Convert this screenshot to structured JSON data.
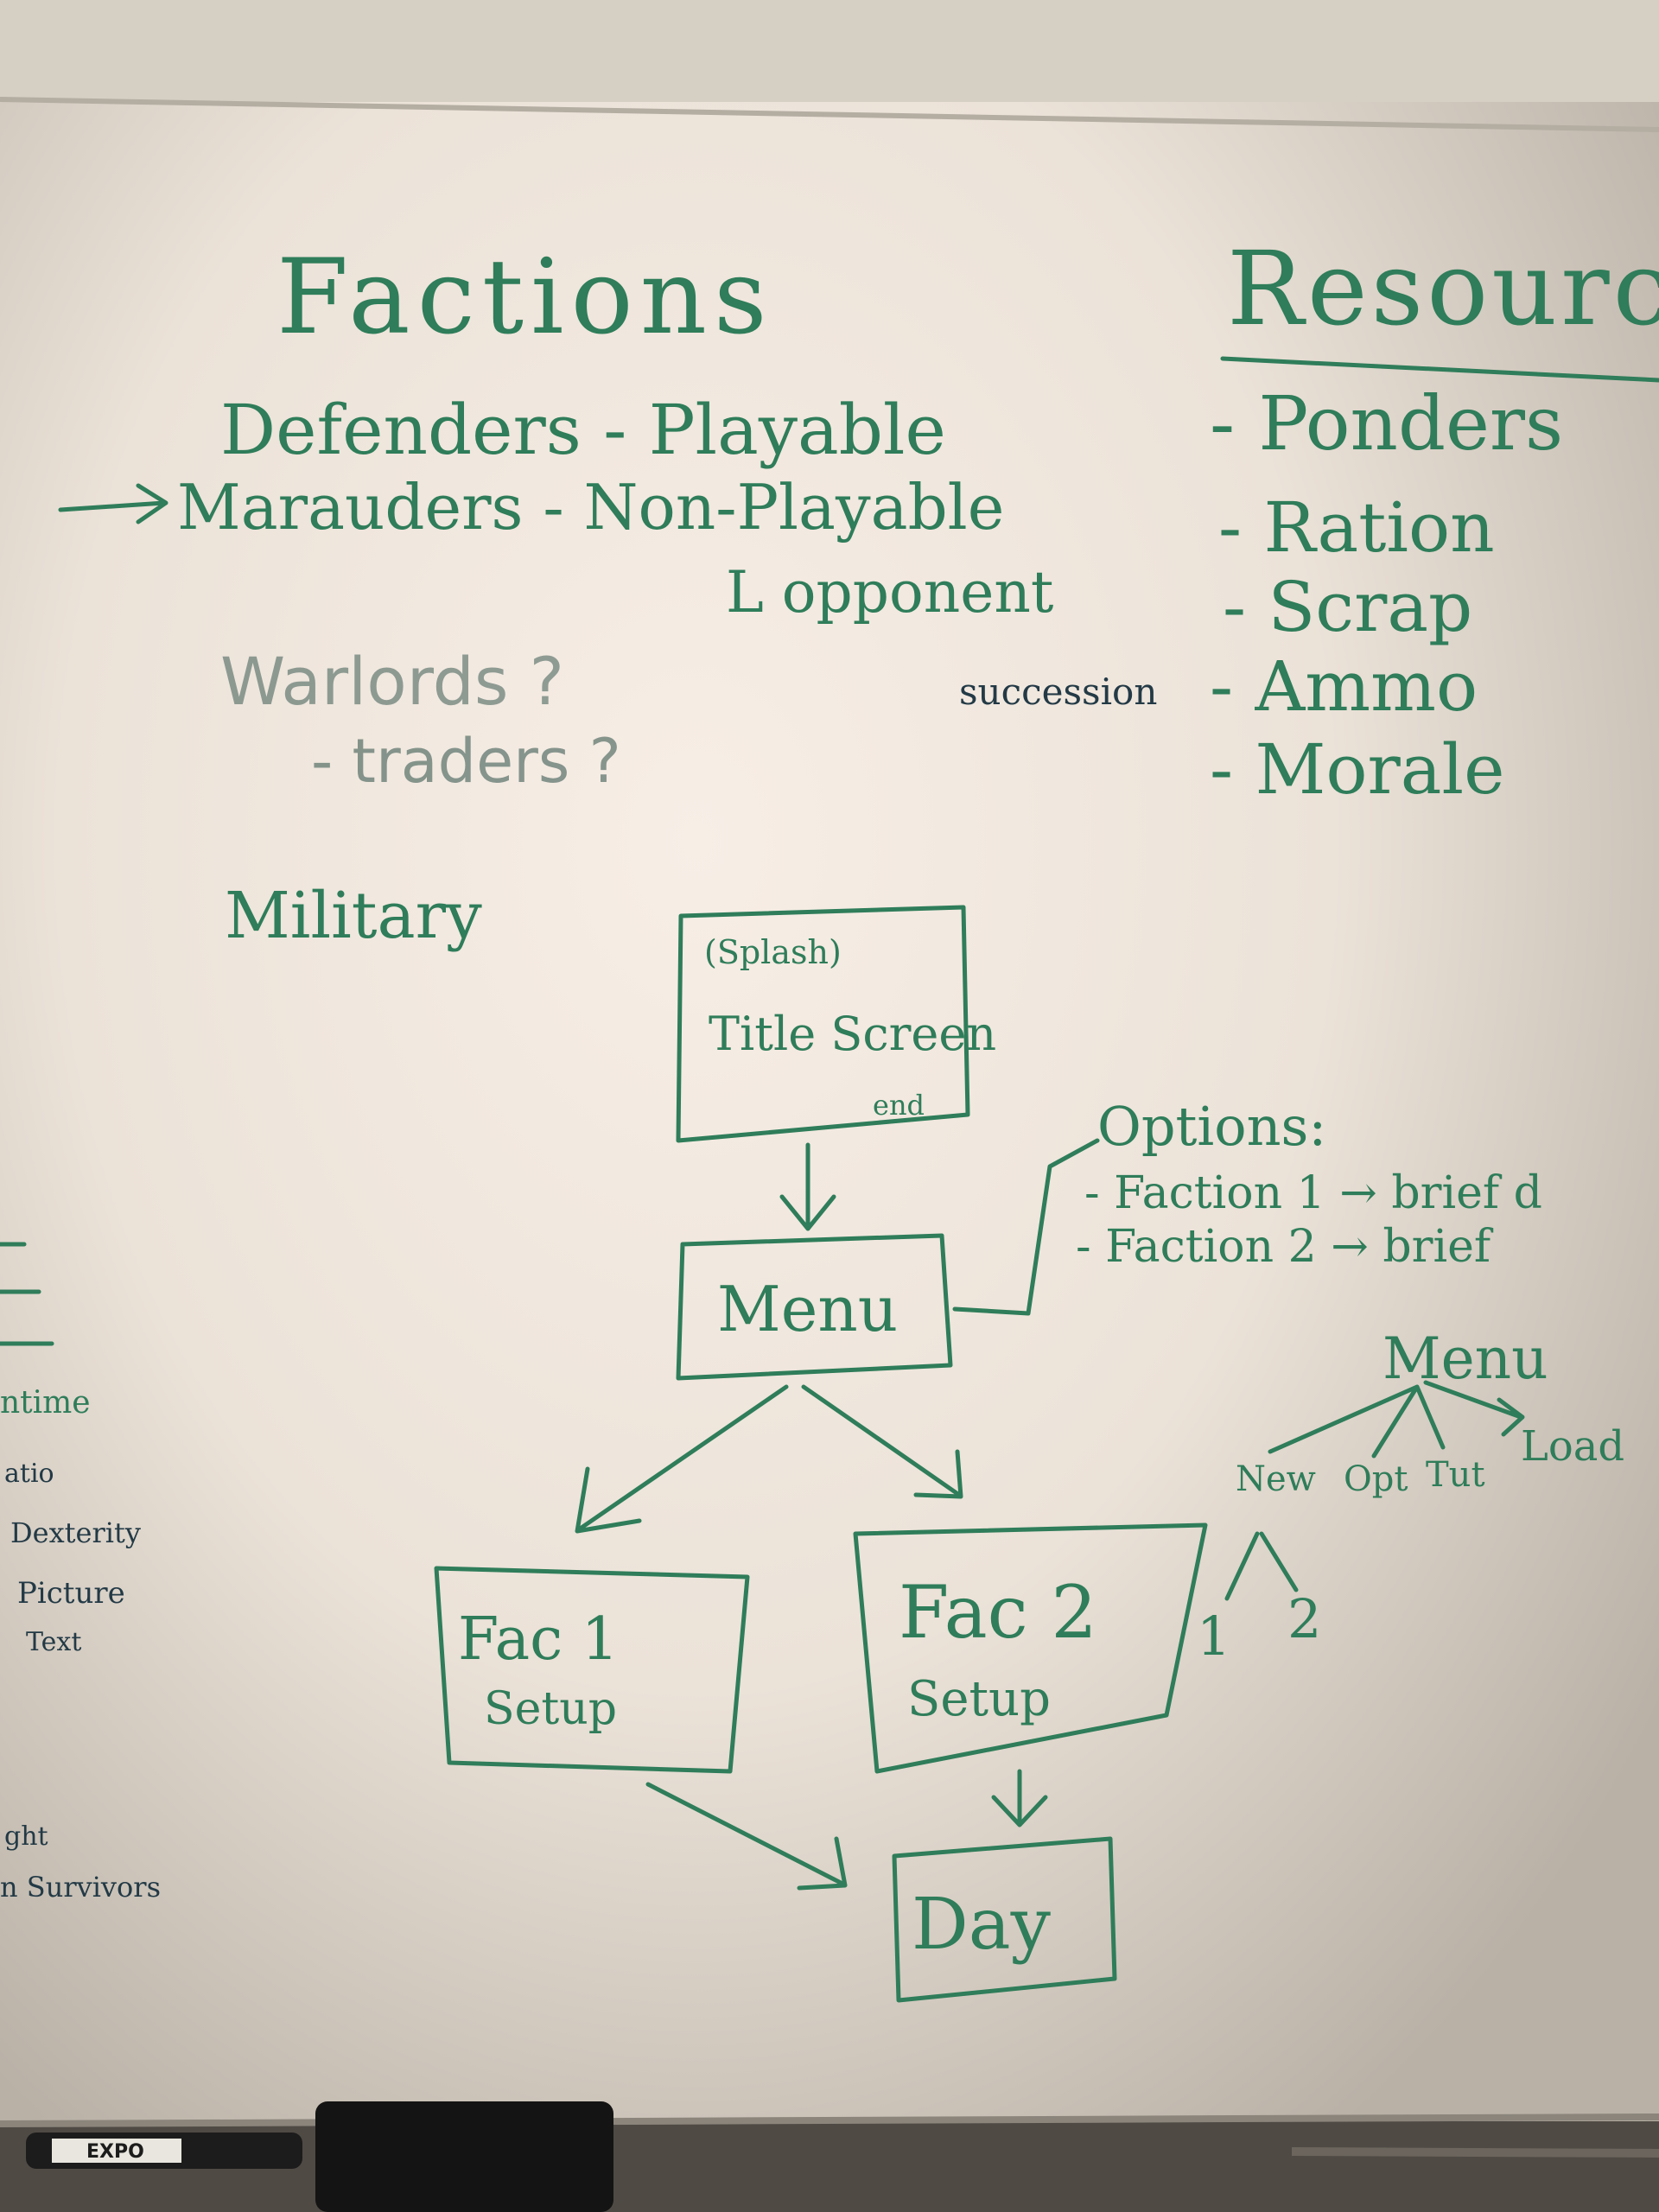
{
  "colors": {
    "board": "#ece4da",
    "board_glow": "#f6ede4",
    "marker_green": "#2f7d5a",
    "marker_dark": "#233a46",
    "frame": "#c9c3b8",
    "tray": "#5d5851"
  },
  "headings": {
    "factions": "Factions",
    "resources": "Resources"
  },
  "factions": {
    "line1": "Defenders - Playable",
    "line2": "Marauders - Non-Playable",
    "line3": "L opponent",
    "line4": "Warlords ?",
    "line5": "- traders ?",
    "line6": "Military"
  },
  "resources": {
    "items": [
      "- Ponders",
      "- Ration",
      "- Scrap",
      "- Ammo",
      "- Morale"
    ],
    "note": "succession"
  },
  "flowchart": {
    "title_box_top": "(Splash)",
    "title_box_main": "Title Screen",
    "title_box_corner": "end",
    "menu_box": "Menu",
    "fac1_box_line1": "Fac 1",
    "fac1_box_line2": "Setup",
    "fac2_box_line1": "Fac 2",
    "fac2_box_line2": "Setup",
    "day_box": "Day"
  },
  "options": {
    "label": "Options:",
    "faction1": "- Faction 1 → brief d",
    "faction2": "- Faction 2 → brief"
  },
  "menu_tree": {
    "root": "Menu",
    "children": [
      "New",
      "Opt",
      "Tut",
      "Load"
    ],
    "sub": [
      "1",
      "2"
    ]
  },
  "left_edge": {
    "items": [
      "ntime",
      "atio",
      "Dexterity",
      "Picture",
      "Text",
      "ght",
      "n Survivors"
    ]
  },
  "tray": {
    "marker_label": "EXPO"
  }
}
